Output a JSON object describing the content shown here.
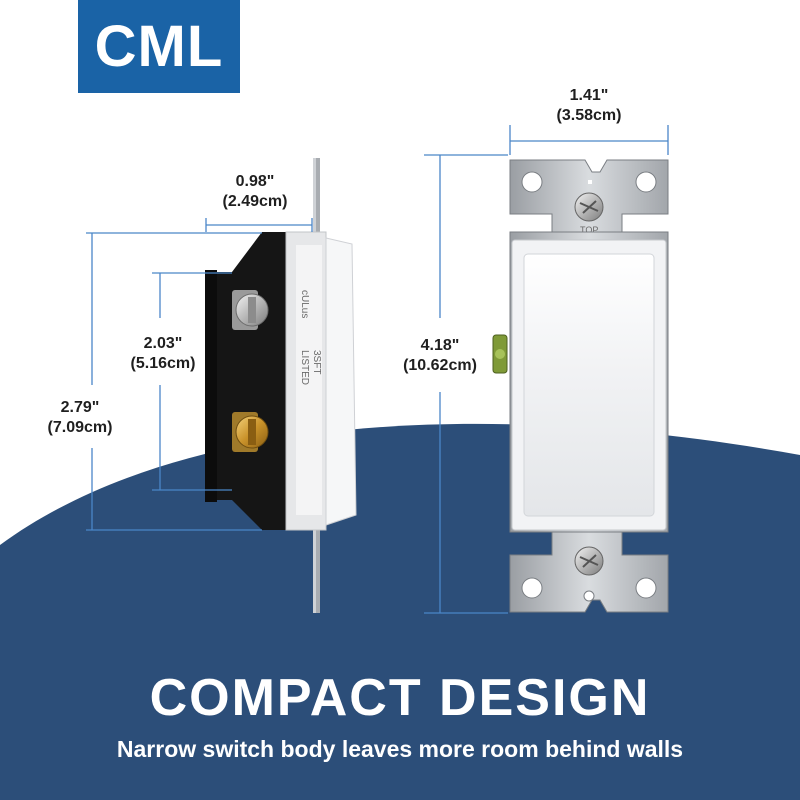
{
  "brand": {
    "logo_text": "CML"
  },
  "dimensions": {
    "depth": {
      "inches": "0.98\"",
      "cm": "(2.49cm)"
    },
    "body_height": {
      "inches": "2.03\"",
      "cm": "(5.16cm)"
    },
    "overall_side_height": {
      "inches": "2.79\"",
      "cm": "(7.09cm)"
    },
    "plate_width": {
      "inches": "1.41\"",
      "cm": "(3.58cm)"
    },
    "strap_height": {
      "inches": "4.18\"",
      "cm": "(10.62cm)"
    }
  },
  "switch_marks": {
    "top": "TOP",
    "listing": "LISTED",
    "code": "3SFT",
    "cert": "cULus"
  },
  "headline": "COMPACT DESIGN",
  "tagline": "Narrow switch body leaves more room behind walls",
  "colors": {
    "brand_blue": "#1a63a6",
    "banner_navy": "#2c4e79",
    "dimension_line": "#4a86c8"
  }
}
